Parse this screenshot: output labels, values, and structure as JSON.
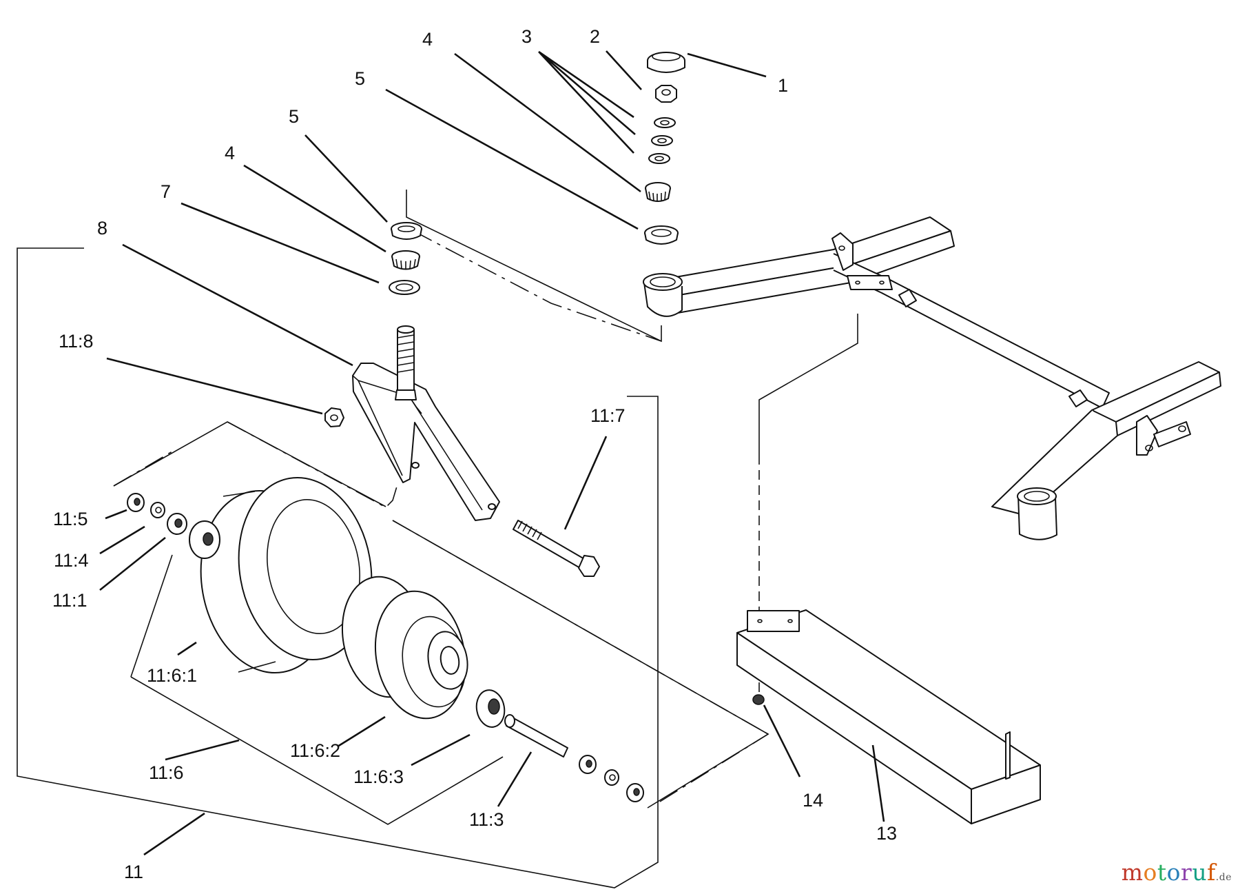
{
  "labels": {
    "p1": "1",
    "p2": "2",
    "p3": "3",
    "p4a": "4",
    "p4b": "4",
    "p5a": "5",
    "p5b": "5",
    "p7": "7",
    "p8": "8",
    "p11_8": "11:8",
    "p11_7": "11:7",
    "p11_5": "11:5",
    "p11_4": "11:4",
    "p11_1": "11:1",
    "p11_6_1": "11:6:1",
    "p11_6_2": "11:6:2",
    "p11_6_3": "11:6:3",
    "p11_6": "11:6",
    "p11_3": "11:3",
    "p11": "11",
    "p13": "13",
    "p14": "14"
  },
  "watermark": {
    "text_main": "motoruf",
    "text_suffix": ".de",
    "colors": [
      "#c0392b",
      "#e67e22",
      "#27ae60",
      "#2980b9",
      "#8e44ad",
      "#16a085",
      "#d35400"
    ]
  }
}
